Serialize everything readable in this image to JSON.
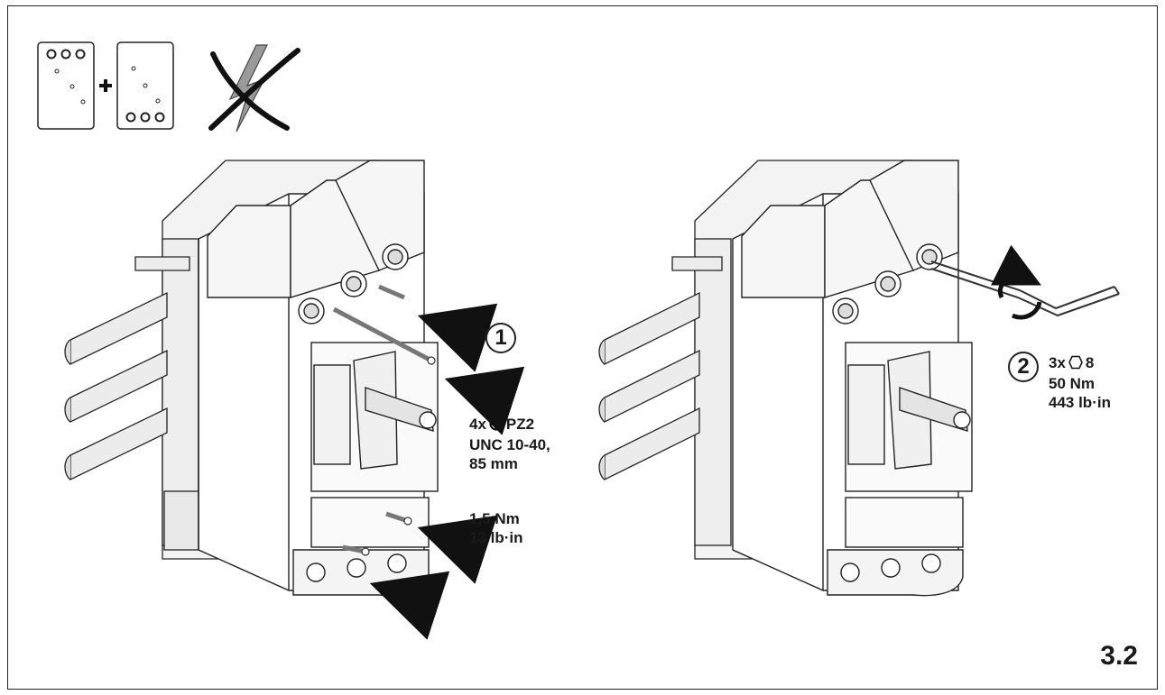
{
  "step1": {
    "number": "1",
    "screw_line_prefix": "4x",
    "screw_type": "PZ2",
    "screw_spec": "UNC 10-40,",
    "screw_length": "85 mm",
    "torque_nm": "1,5 Nm",
    "torque_lbin": "13 lb·in",
    "driver_icon": "phillips-screwdriver-icon"
  },
  "step2": {
    "number": "2",
    "tool_prefix": "3x",
    "tool_size": "8",
    "torque_nm": "50 Nm",
    "torque_lbin": "443 lb·in",
    "tool_icon": "hex-key-icon"
  },
  "header_icons": [
    "pole-configuration-icon",
    "plus-icon",
    "no-voltage-icon"
  ],
  "figure_number": "3.2"
}
